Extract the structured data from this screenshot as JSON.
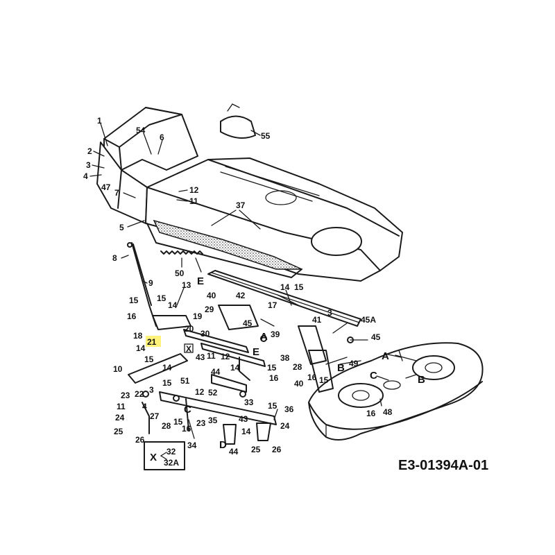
{
  "diagram": {
    "code": "E3-01394A-01",
    "highlighted_part": "21",
    "highlight_color": "#fff27a",
    "legend_box": {
      "marker": "X",
      "top": "32",
      "bottom": "32A"
    },
    "labels": {
      "l1": "1",
      "l2": "2",
      "l3": "3",
      "l4": "4",
      "l47": "47",
      "l54": "54",
      "l6": "6",
      "l7": "7",
      "l12a": "12",
      "l11a": "11",
      "l5": "5",
      "l55": "55",
      "l37": "37",
      "l8": "8",
      "l50": "50",
      "lE1": "E",
      "l9": "9",
      "l13": "13",
      "l15a": "15",
      "l14a": "14",
      "l16a": "16",
      "l19": "19",
      "l18": "18",
      "l21": "21",
      "l14b": "14",
      "l20": "20",
      "l30": "30",
      "l29": "29",
      "l40a": "40",
      "l42": "42",
      "l14c": "14",
      "l15b": "15",
      "l17": "17",
      "l3b": "3",
      "l45A": "45A",
      "l41": "41",
      "l45a": "45",
      "l45b": "45",
      "lA1": "A",
      "l39": "39",
      "l38": "38",
      "l28a": "28",
      "l16b": "16",
      "l15c": "15",
      "lB1": "B",
      "l40b": "40",
      "l49": "49",
      "lA2": "A",
      "lC2": "C",
      "lB2": "B",
      "l16c": "16",
      "l48": "48",
      "l15d": "15",
      "lX1": "X",
      "l43a": "43",
      "l11b": "11",
      "l12b": "12",
      "lE2": "E",
      "l14d": "14",
      "l15e": "15",
      "l44a": "44",
      "l16d": "16",
      "l10": "10",
      "l3c": "3",
      "l51": "51",
      "l14e": "14",
      "l15f": "15",
      "l23a": "23",
      "l22": "22",
      "l4b": "4",
      "l11c": "11",
      "l24a": "24",
      "l25a": "25",
      "l26a": "26",
      "l27": "27",
      "l28b": "28",
      "l15g": "15",
      "lC1": "C",
      "l12c": "12",
      "l52": "52",
      "l33": "33",
      "l15h": "15",
      "l36": "36",
      "l16e": "16",
      "l23b": "23",
      "l35": "35",
      "l43b": "43",
      "l24b": "24",
      "l14f": "14",
      "l34": "34",
      "lD": "D",
      "l44b": "44",
      "l25b": "25",
      "l26b": "26"
    }
  }
}
